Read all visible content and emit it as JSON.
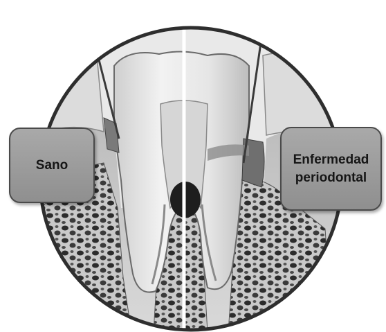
{
  "labels": {
    "healthy": "Sano",
    "disease_line1": "Enfermedad",
    "disease_line2": "periodontal"
  },
  "colors": {
    "label_fill": "#9b9b9b",
    "label_border": "#4a4a4a",
    "circle_border": "#2e2e2e",
    "bone": "#8a8a8a"
  }
}
